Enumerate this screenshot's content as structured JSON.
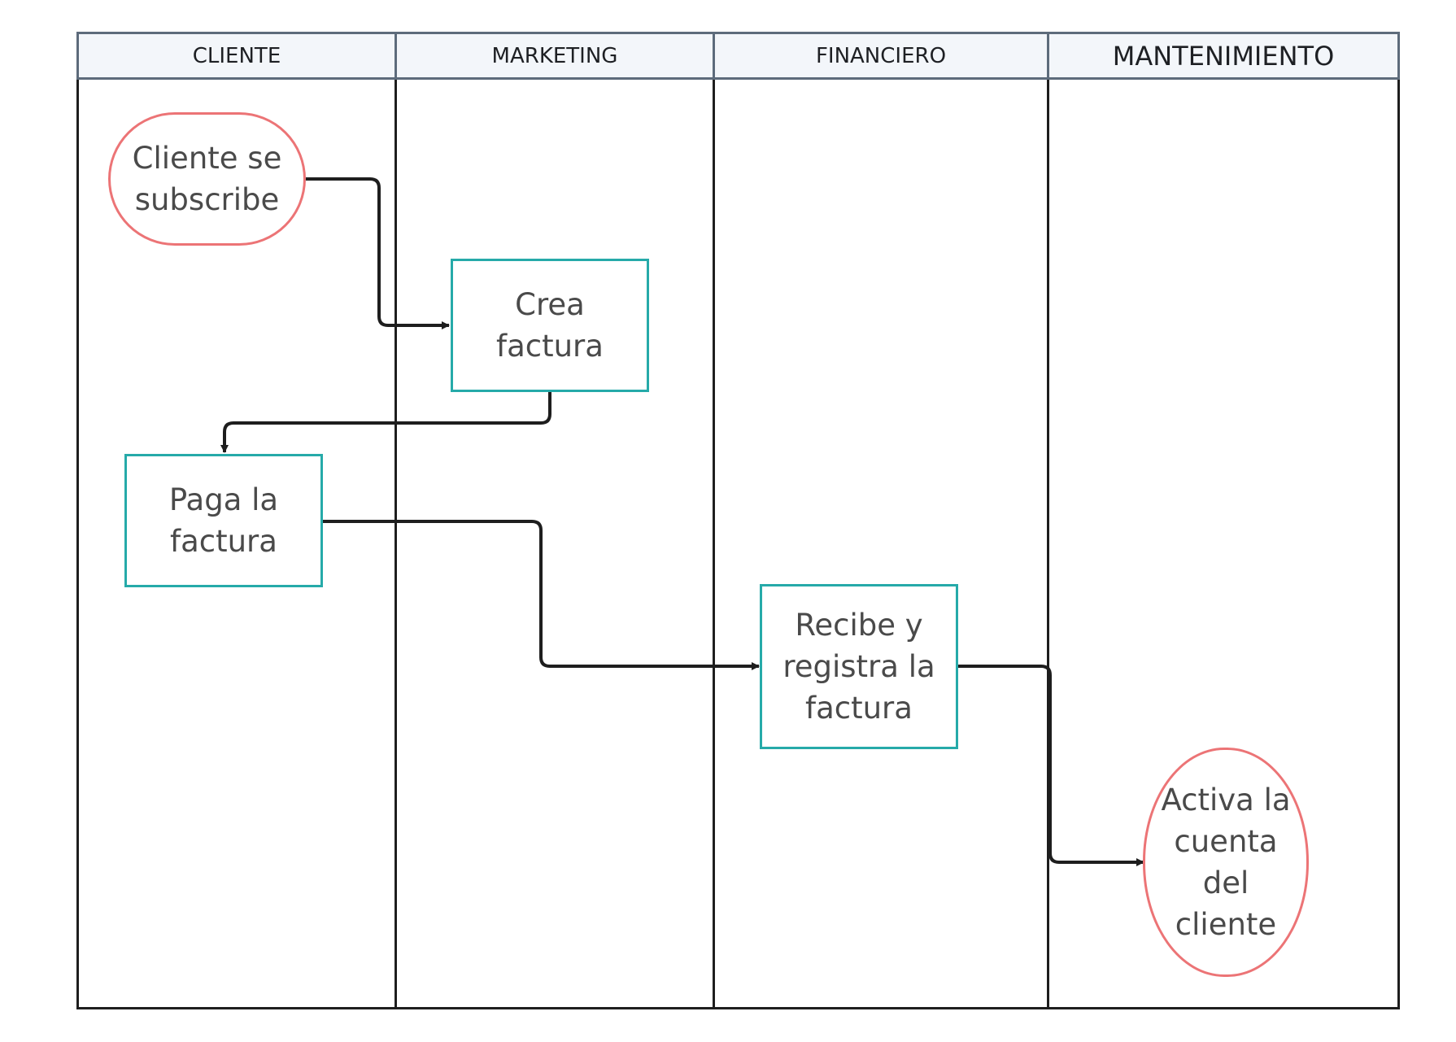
{
  "lanes": [
    {
      "label": "CLIENTE"
    },
    {
      "label": "MARKETING"
    },
    {
      "label": "FINANCIERO"
    },
    {
      "label": "MANTENIMIENTO"
    }
  ],
  "nodes": {
    "start": {
      "label": "Cliente se\nsubscribe",
      "shape": "terminal"
    },
    "create_invoice": {
      "label": "Crea\nfactura",
      "shape": "process"
    },
    "pay_invoice": {
      "label": "Paga la\nfactura",
      "shape": "process"
    },
    "register_invoice": {
      "label": "Recibe y\nregistra la\nfactura",
      "shape": "process"
    },
    "activate_account": {
      "label": "Activa la\ncuenta\ndel\ncliente",
      "shape": "terminal"
    }
  },
  "edges": [
    {
      "from": "start",
      "to": "create_invoice"
    },
    {
      "from": "create_invoice",
      "to": "pay_invoice"
    },
    {
      "from": "pay_invoice",
      "to": "register_invoice"
    },
    {
      "from": "register_invoice",
      "to": "activate_account"
    }
  ],
  "colors": {
    "process_border": "#26aaa9",
    "terminal_border": "#ec7476",
    "header_fill": "#f3f6fa",
    "header_border": "#5d6b7b",
    "edge": "#1e1e1e"
  }
}
